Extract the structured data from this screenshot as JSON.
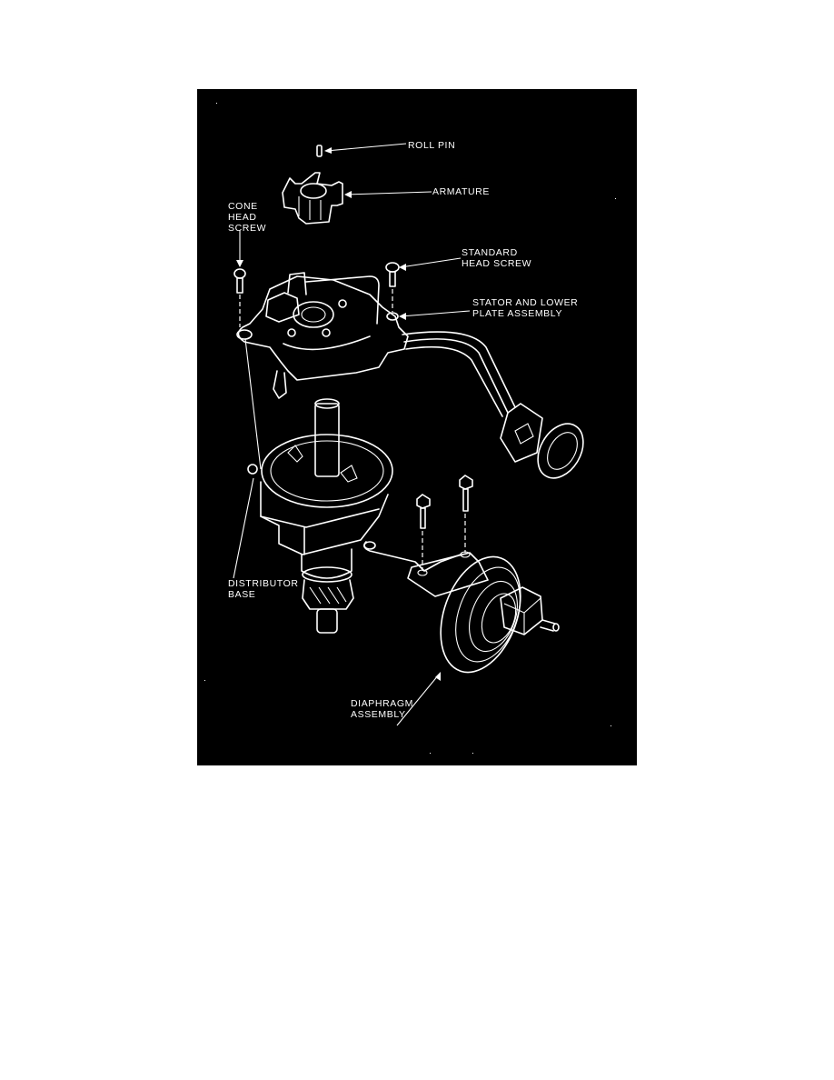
{
  "figure": {
    "title": "Distributor exploded view",
    "background_color": "#000000",
    "line_color": "#ffffff",
    "page_color": "#ffffff"
  },
  "labels": {
    "roll_pin": "ROLL PIN",
    "armature": "ARMATURE",
    "cone_head_screw": [
      "CONE",
      "HEAD",
      "SCREW"
    ],
    "standard_head_screw": [
      "STANDARD",
      "HEAD SCREW"
    ],
    "stator_lower_plate": [
      "STATOR AND LOWER",
      "PLATE ASSEMBLY"
    ],
    "distributor_base": [
      "DISTRIBUTOR",
      "BASE"
    ],
    "diaphragm_assembly": [
      "DIAPHRAGM",
      "ASSEMBLY"
    ]
  }
}
